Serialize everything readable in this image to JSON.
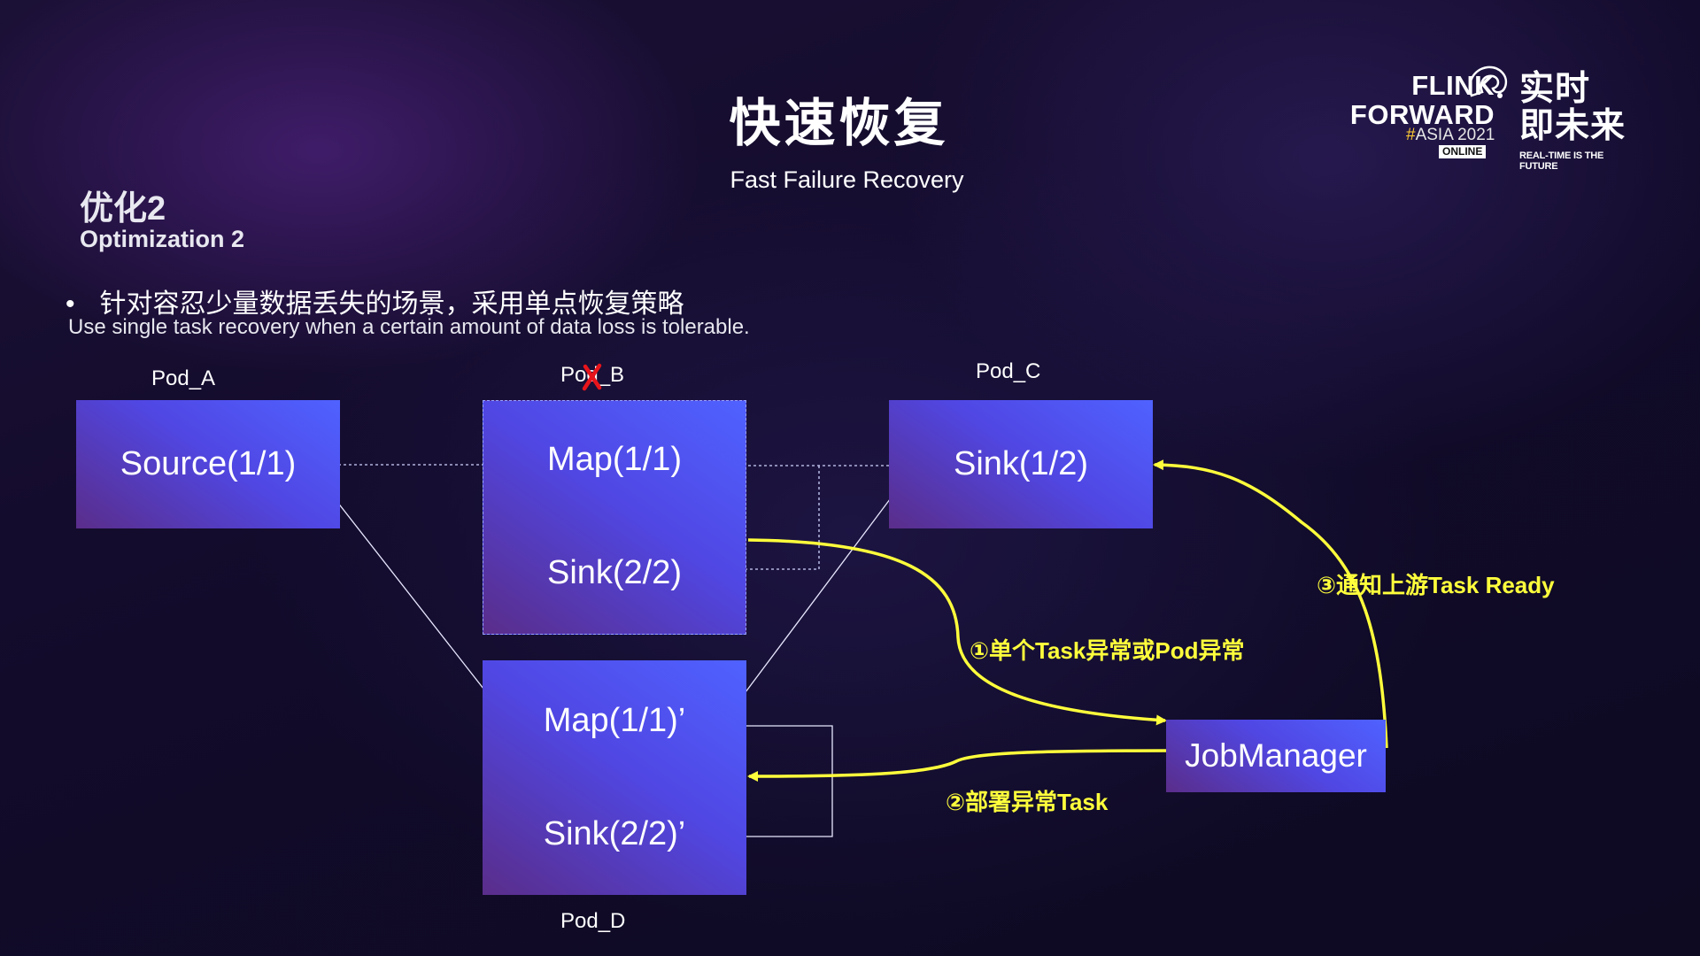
{
  "header": {
    "title": "快速恢复",
    "subtitle": "Fast Failure Recovery"
  },
  "logo": {
    "line1": "FLINK",
    "line2": "FORWARD",
    "hash": "#",
    "asia": "ASIA 2021",
    "online": "ONLINE",
    "cn_line1": "实时",
    "cn_line2": "即未来",
    "tagline": "REAL-TIME IS THE FUTURE"
  },
  "optimization": {
    "cn": "优化2",
    "en": "Optimization 2"
  },
  "bullet": {
    "dot": "•",
    "cn": "针对容忍少量数据丢失的场景，采用单点恢复策略",
    "en": "Use single task recovery  when a certain amount of data loss is tolerable."
  },
  "pods": {
    "a": "Pod_A",
    "b": "Pod_B",
    "c": "Pod_C",
    "d": "Pod_D"
  },
  "tasks": {
    "source": "Source(1/1)",
    "map_b": "Map(1/1)",
    "sink_b": "Sink(2/2)",
    "sink_c": "Sink(1/2)",
    "map_d": "Map(1/1)’",
    "sink_d": "Sink(2/2)’",
    "jobmanager": "JobManager"
  },
  "annotations": {
    "step1": "①单个Task异常或Pod异常",
    "step2": "②部署异常Task",
    "step3": "③通知上游Task Ready"
  },
  "colors": {
    "annotation": "#ffff3c",
    "failure_mark": "#e8141b",
    "box_top": "#4f62ff",
    "box_bottom": "#5a2d8a"
  }
}
